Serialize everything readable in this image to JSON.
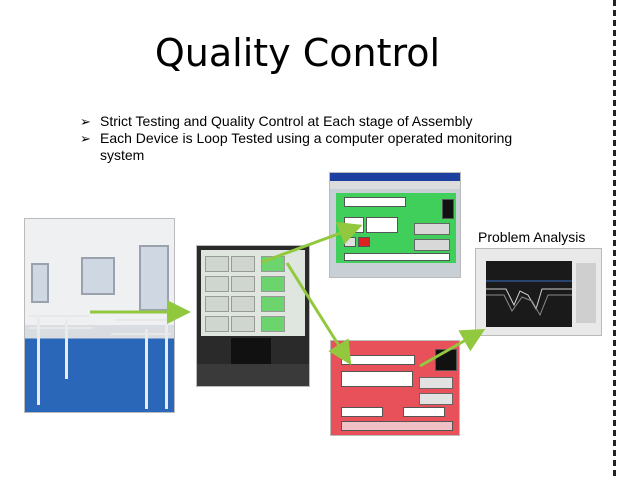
{
  "slide": {
    "title": "Quality Control",
    "bullets": [
      "Strict Testing and Quality Control at Each stage of Assembly",
      "Each Device is Loop Tested using a computer operated monitoring system"
    ],
    "bullet_marker": "➢",
    "caption": "Problem Analysis"
  },
  "colors": {
    "arrow": "#92c83e",
    "green_window": "#3fcf5a",
    "red_window": "#e8505a"
  },
  "images": [
    {
      "name": "assembly-room-photo"
    },
    {
      "name": "monitor-photo"
    },
    {
      "name": "green-test-window-photo"
    },
    {
      "name": "red-test-window-photo"
    },
    {
      "name": "problem-analysis-graph-photo"
    }
  ]
}
